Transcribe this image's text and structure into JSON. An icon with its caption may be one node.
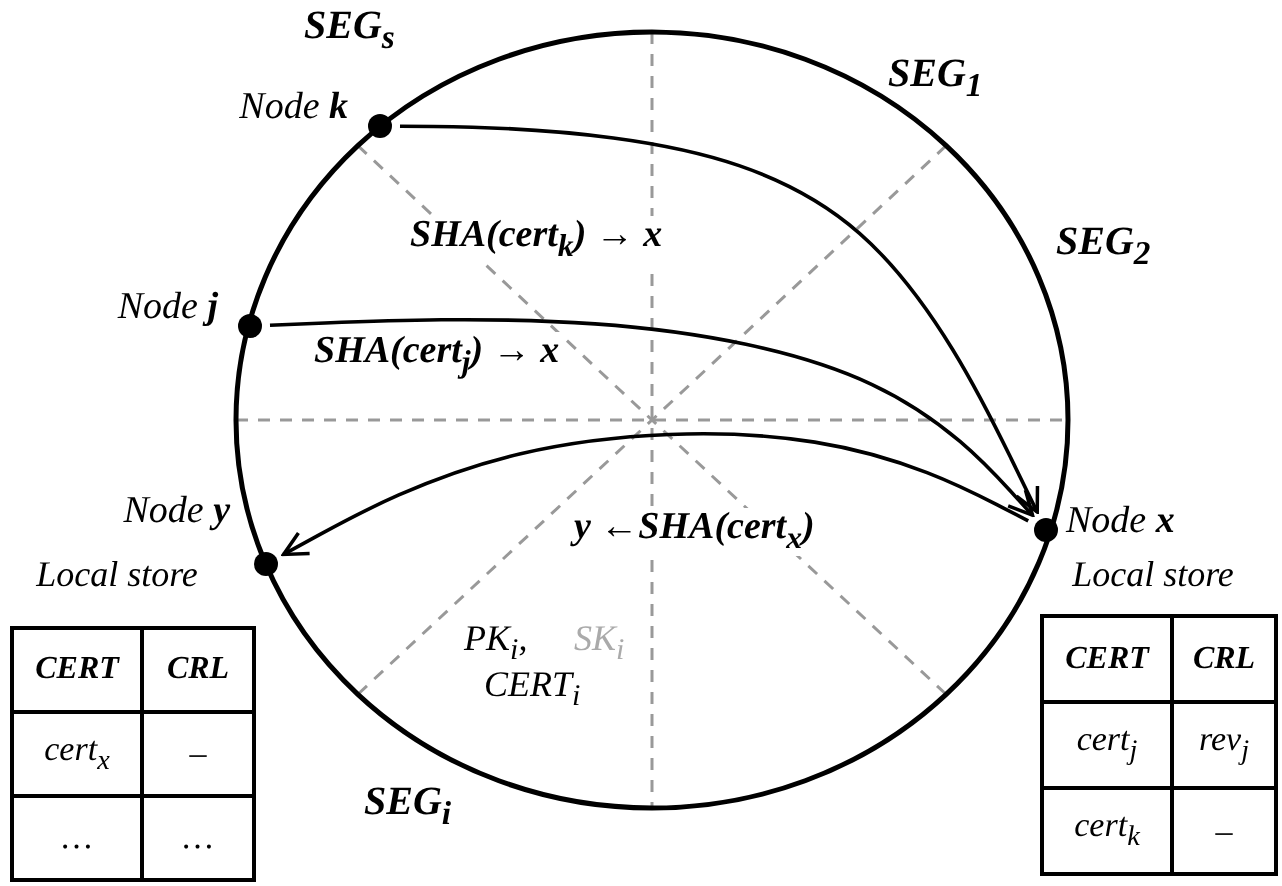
{
  "diagram": {
    "nodes": [
      {
        "text": [
          "Node **k**"
        ]
      },
      {
        "text": [
          "Node **j**"
        ]
      },
      {
        "text": [
          "Node **y**"
        ],
        "beside": [
          "Local store"
        ]
      },
      {
        "text": [
          "Node **x**"
        ],
        "beside": [
          "Local store"
        ]
      }
    ],
    "edges": [
      {
        "from": 0,
        "to": 3,
        "arrow": "to",
        "label": "SHA(cert$_{k}$) → x"
      },
      {
        "from": 1,
        "to": 3,
        "arrow": "to",
        "label": "SHA(cert$_{j}$) → x"
      },
      {
        "from": 3,
        "to": 2,
        "arrow": "to",
        "label": "y ←SHA(cert$_{x}$)"
      }
    ],
    "labels": [
      "SEG$_{s}$",
      "SEG$_{1}$",
      "SEG$_{2}$",
      "PK$_{i}$,",
      "SK$_{i}$",
      "CERT$_{i}$",
      "SEG$_{i}$",
      "CERT",
      "CRL",
      "cert$_{x}$",
      "–",
      "…",
      "…",
      "CERT",
      "CRL",
      "cert$_{j}$",
      "rev$_{j}$",
      "cert$_{k}$",
      "–"
    ]
  }
}
